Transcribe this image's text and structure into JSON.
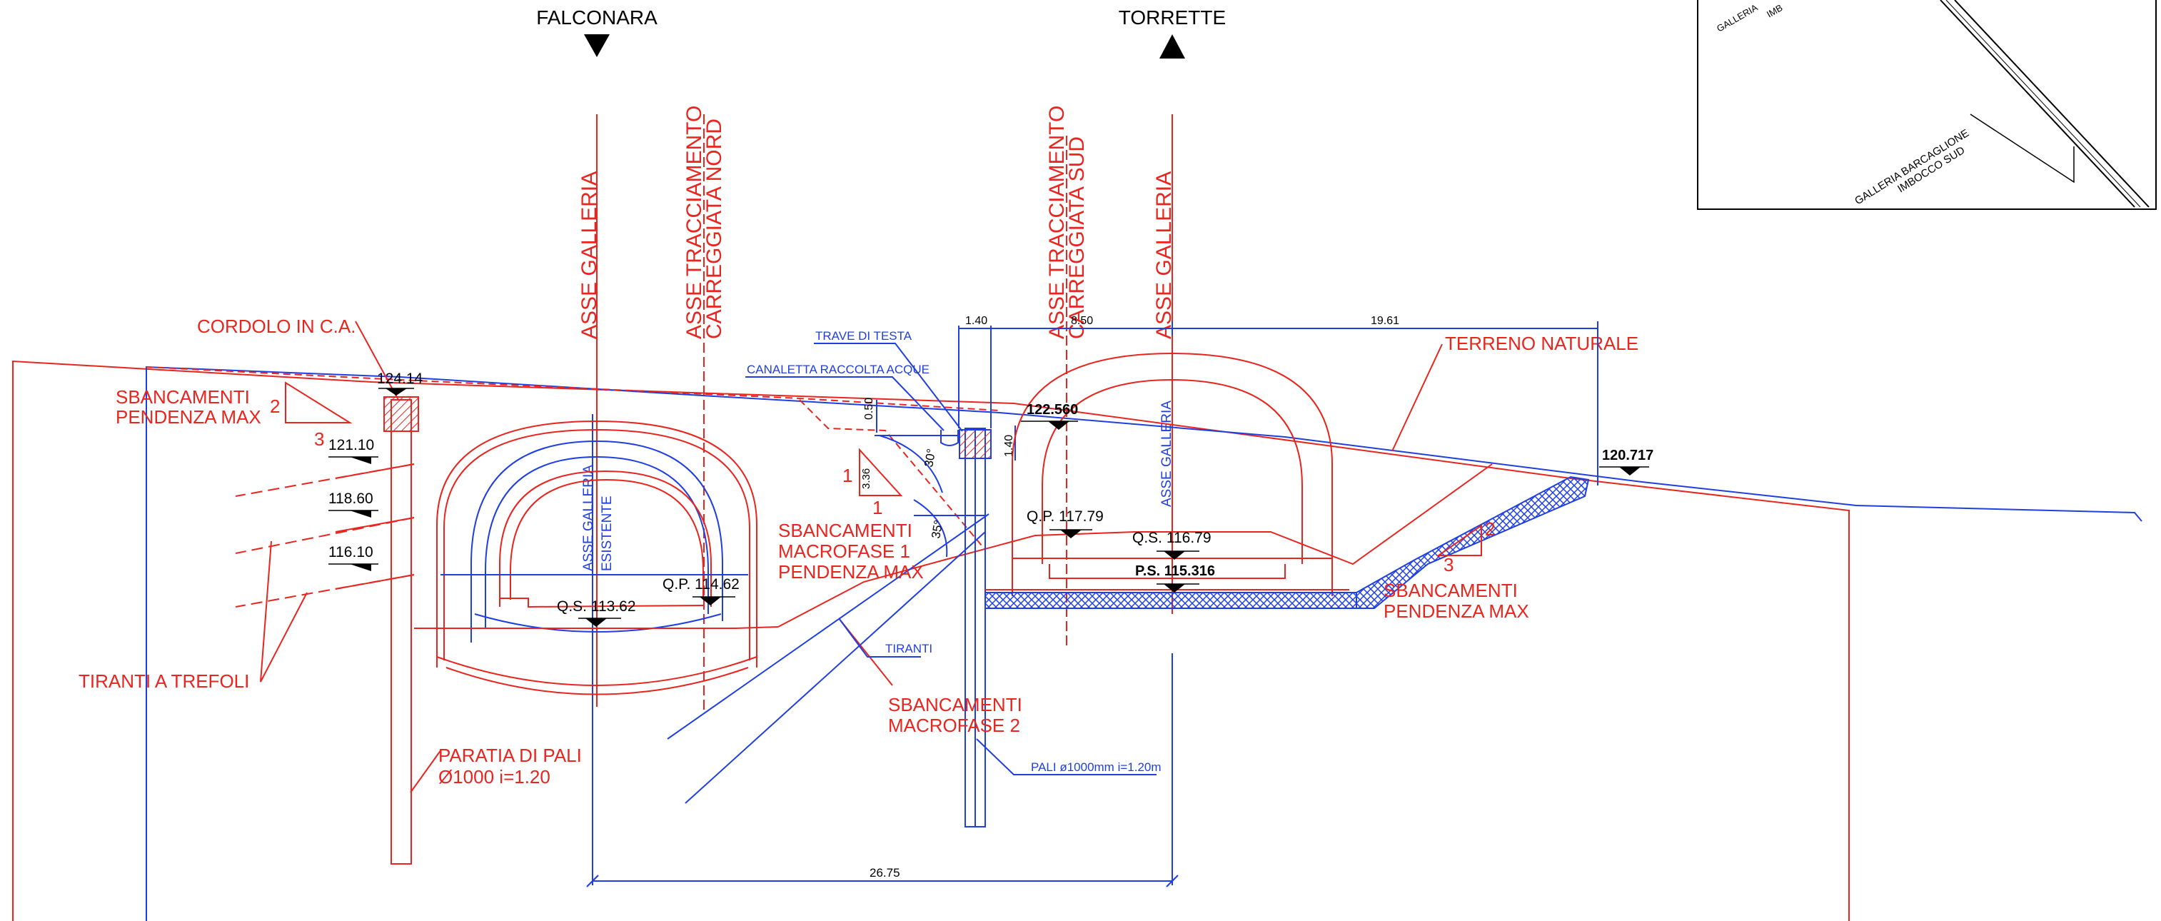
{
  "directions": {
    "left": "FALCONARA",
    "right": "TORRETTE"
  },
  "axes": {
    "galleria_left": "ASSE GALLERIA",
    "tracciamento_nord_1": "ASSE TRACCIAMENTO",
    "tracciamento_nord_2": "CARREGGIATA NORD",
    "tracciamento_sud_1": "ASSE TRACCIAMENTO",
    "tracciamento_sud_2": "CARREGGIATA SUD",
    "galleria_right": "ASSE GALLERIA",
    "galleria_existing_1": "ASSE GALLERIA",
    "galleria_existing_2": "ESISTENTE",
    "galleria_new": "ASSE GALLERIA"
  },
  "labels": {
    "cordolo": "CORDOLO IN C.A.",
    "sbanc_left_1": "SBANCAMENTI",
    "sbanc_left_2": "PENDENZA MAX",
    "slope_left_v": "2",
    "slope_left_h": "3",
    "tiranti_trefoli": "TIRANTI A TREFOLI",
    "paratia_1": "PARATIA DI PALI",
    "paratia_2": "Ø1000 i=1.20",
    "mf1_1": "SBANCAMENTI",
    "mf1_2": "MACROFASE 1",
    "mf1_3": "PENDENZA MAX",
    "mf2_1": "SBANCAMENTI",
    "mf2_2": "MACROFASE 2",
    "slope_mid_v": "1",
    "slope_mid_h": "1",
    "slope_mid_dim": "3.36",
    "terreno": "TERRENO NATURALE",
    "sbanc_right_1": "SBANCAMENTI",
    "sbanc_right_2": "PENDENZA MAX",
    "slope_right_v": "2",
    "slope_right_h": "3",
    "trave": "TRAVE DI TESTA",
    "canaletta": "CANALETTA RACCOLTA ACQUE",
    "tiranti": "TIRANTI",
    "pali": "PALI  ø1000mm  i=1.20m",
    "angle_1": "30°",
    "angle_2": "35°"
  },
  "elevations": {
    "e1": "124.14",
    "e2": "121.10",
    "e3": "118.60",
    "e4": "116.10",
    "qs_left": "Q.S. 113.62",
    "qp_left": "Q.P. 114.62",
    "e_top": "122.560",
    "qp_right": "Q.P. 117.79",
    "qs_right": "Q.S. 116.79",
    "ps_right": "P.S. 115.316",
    "e_far": "120.717"
  },
  "dimensions": {
    "d140_top": "1.40",
    "d850": "8.50",
    "d1961": "19.61",
    "d050": "0.50",
    "d140_side": "1.40",
    "d2675": "26.75"
  },
  "inset": {
    "label_1": "GALLERIA",
    "label_1b": "IMB",
    "label_2": "GALLERIA BARCAGLIONE",
    "label_3": "IMBOCCO SUD"
  },
  "colors": {
    "red": "#e8251f",
    "blue": "#1f3fe0",
    "black": "#000000"
  }
}
